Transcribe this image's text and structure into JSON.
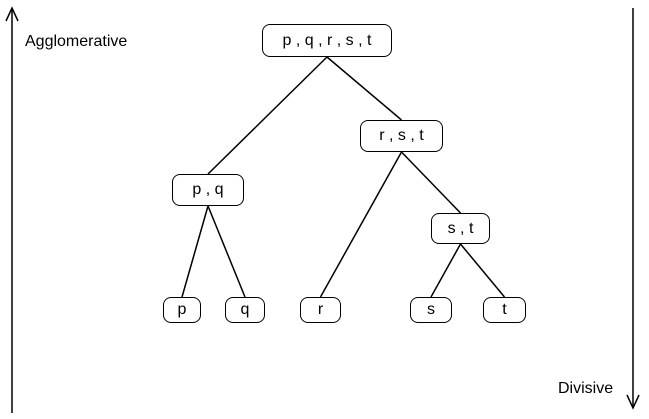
{
  "labels": {
    "left_direction": "Agglomerative",
    "right_direction": "Divisive"
  },
  "nodes": {
    "pqrst": "p , q , r , s , t",
    "rst": "r , s , t",
    "pq": "p , q",
    "st": "s , t",
    "p": "p",
    "q": "q",
    "r": "r",
    "s": "s",
    "t": "t"
  },
  "edges": [
    [
      "pqrst",
      "pq"
    ],
    [
      "pqrst",
      "rst"
    ],
    [
      "rst",
      "r"
    ],
    [
      "rst",
      "st"
    ],
    [
      "pq",
      "p"
    ],
    [
      "pq",
      "q"
    ],
    [
      "st",
      "s"
    ],
    [
      "st",
      "t"
    ]
  ]
}
